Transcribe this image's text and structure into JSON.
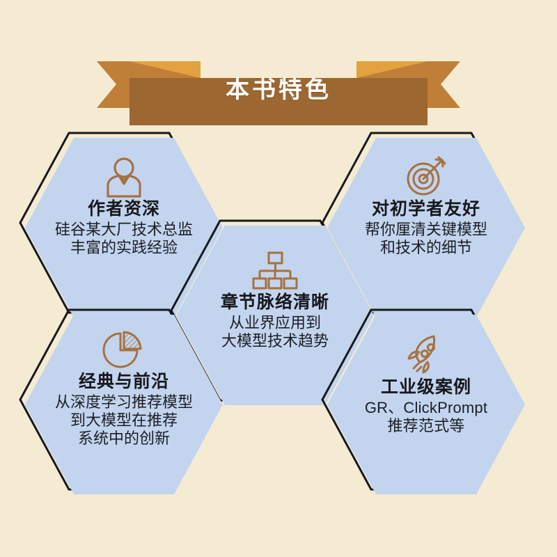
{
  "page": {
    "background_color": "#F4EBD2",
    "hex_fill_color": "#C3D4EE",
    "hex_outline_color": "#16181C",
    "icon_color": "#A6713F",
    "ribbon_band_color": "#9C6730",
    "ribbon_tail_color": "#C07F37",
    "ribbon_fold_color": "#E2A23F",
    "title_text_color": "#FFFFFF",
    "heading_text_color": "#16181C"
  },
  "banner": {
    "title": "本书特色",
    "icon": "ribbon-banner"
  },
  "features": [
    {
      "id": "author",
      "icon": "person-icon",
      "title": "作者资深",
      "desc": "硅谷某大厂技术总监\n丰富的实践经验"
    },
    {
      "id": "beginner",
      "icon": "target-arrow-icon",
      "title": "对初学者友好",
      "desc": "帮你厘清关键模型\n和技术的细节"
    },
    {
      "id": "structure",
      "icon": "org-chart-icon",
      "title": "章节脉络清晰",
      "desc": "从业界应用到\n大模型技术趋势"
    },
    {
      "id": "classic",
      "icon": "pie-chart-icon",
      "title": "经典与前沿",
      "desc": "从深度学习推荐模型\n到大模型在推荐\n系统中的创新"
    },
    {
      "id": "industry",
      "icon": "rocket-icon",
      "title": "工业级案例",
      "desc": "GR、ClickPrompt\n推荐范式等"
    }
  ]
}
